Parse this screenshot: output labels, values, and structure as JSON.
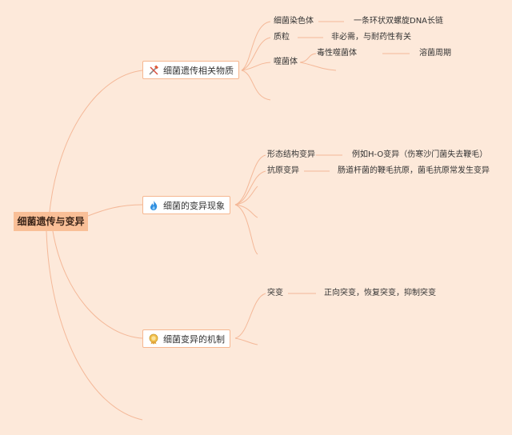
{
  "colors": {
    "background": "#fde9da",
    "line": "#f4b898",
    "root_fill": "#f9bf97",
    "branch_border": "#f6b790"
  },
  "root": {
    "label": "细菌遗传与变异"
  },
  "branches": [
    {
      "label": "细菌遗传相关物质",
      "icon": "tools-icon",
      "children": [
        {
          "label": "细菌染色体",
          "detail": "一条环状双螺旋DNA长链"
        },
        {
          "label": "质粒",
          "detail": "非必需，与耐药性有关"
        },
        {
          "label": "噬菌体",
          "sub": "毒性噬菌体",
          "detail": "溶菌周期"
        }
      ]
    },
    {
      "label": "细菌的变异现象",
      "icon": "flame-icon",
      "children": [
        {
          "label": "形态结构变异",
          "detail": "例如H-O变异（伤寒沙门菌失去鞭毛）"
        },
        {
          "label": "抗原变异",
          "detail": "肠道杆菌的鞭毛抗原，菌毛抗原常发生变异"
        }
      ]
    },
    {
      "label": "细菌变异的机制",
      "icon": "badge-icon",
      "children": [
        {
          "label": "突变",
          "detail": "正向突变，恢复突变，抑制突变"
        }
      ]
    }
  ]
}
